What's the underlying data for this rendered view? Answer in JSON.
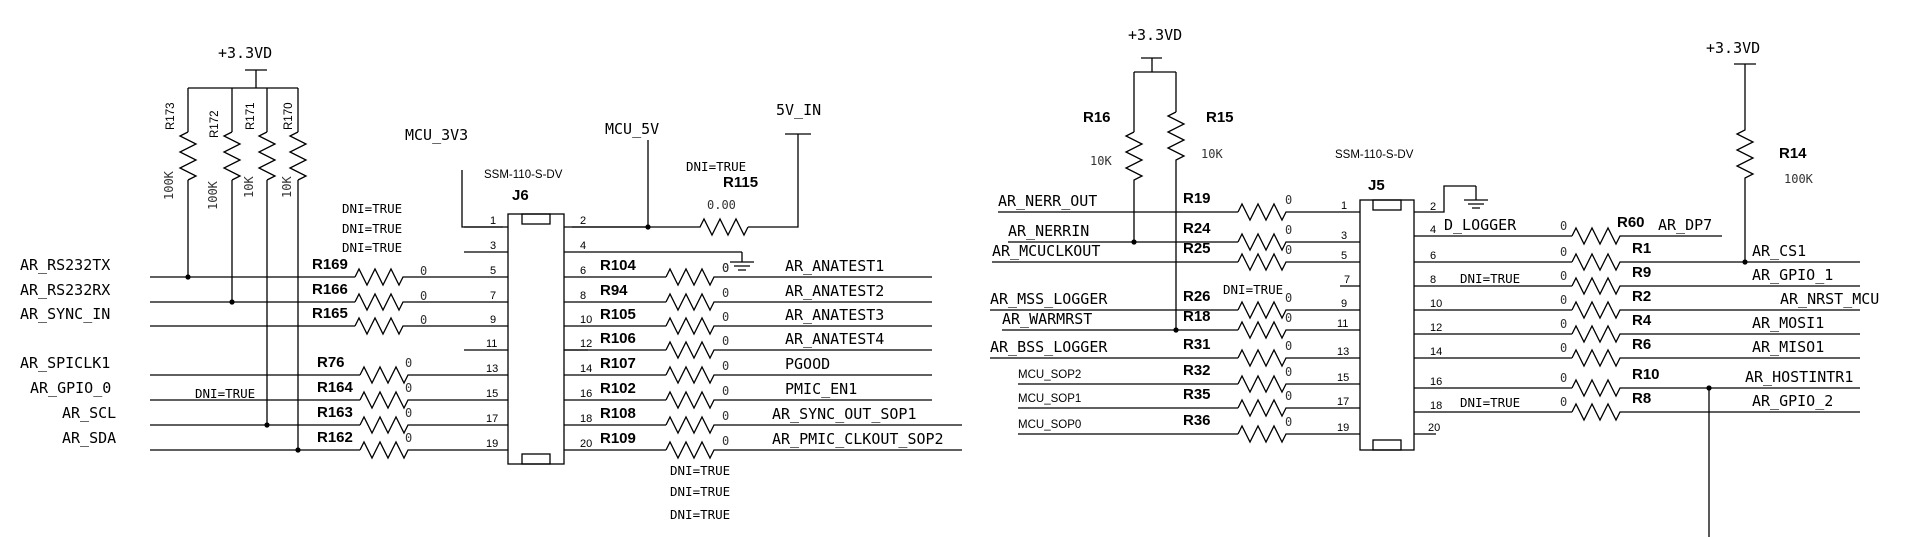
{
  "left": {
    "power": "+3.3VD",
    "pullups": [
      {
        "ref": "R173",
        "value": "100K"
      },
      {
        "ref": "R172",
        "value": "100K"
      },
      {
        "ref": "R171",
        "value": "10K"
      },
      {
        "ref": "R170",
        "value": "10K"
      }
    ],
    "mcu_3v3": "MCU_3V3",
    "mcu_5v": "MCU_5V",
    "five_v_in": "5V_IN",
    "r115": {
      "dni": "DNI=TRUE",
      "ref": "R115",
      "value": "0.00"
    },
    "connector": {
      "part": "SSM-110-S-DV",
      "ref": "J6"
    },
    "dni_stack": [
      "DNI=TRUE",
      "DNI=TRUE",
      "DNI=TRUE"
    ],
    "dni_bottom": [
      "DNI=TRUE",
      "DNI=TRUE",
      "DNI=TRUE"
    ],
    "dni_r164": "DNI=TRUE",
    "pin1": "1",
    "pin2": "2",
    "pin3": "3",
    "pin4": "4",
    "pin11": "11",
    "pin12": "12",
    "left_rows": [
      {
        "net": "AR_RS232TX",
        "ref": "R169",
        "value": "0",
        "pin": "5"
      },
      {
        "net": "AR_RS232RX",
        "ref": "R166",
        "value": "0",
        "pin": "7"
      },
      {
        "net": "AR_SYNC_IN",
        "ref": "R165",
        "value": "0",
        "pin": "9"
      },
      {
        "net": "AR_SPICLK1",
        "ref": "R76",
        "value": "0",
        "pin": "13"
      },
      {
        "net": "AR_GPIO_0",
        "ref": "R164",
        "value": "0",
        "pin": "15"
      },
      {
        "net": "AR_SCL",
        "ref": "R163",
        "value": "0",
        "pin": "17"
      },
      {
        "net": "AR_SDA",
        "ref": "R162",
        "value": "0",
        "pin": "19"
      }
    ],
    "right_rows": [
      {
        "pin": "6",
        "ref": "R104",
        "value": "0",
        "net": "AR_ANATEST1"
      },
      {
        "pin": "8",
        "ref": "R94",
        "value": "0",
        "net": "AR_ANATEST2"
      },
      {
        "pin": "10",
        "ref": "R105",
        "value": "0",
        "net": "AR_ANATEST3"
      },
      {
        "pin": "12",
        "ref": "R106",
        "value": "0",
        "net": "AR_ANATEST4"
      },
      {
        "pin": "14",
        "ref": "R107",
        "value": "0",
        "net": "PGOOD"
      },
      {
        "pin": "16",
        "ref": "R102",
        "value": "0",
        "net": "PMIC_EN1"
      },
      {
        "pin": "18",
        "ref": "R108",
        "value": "0",
        "net": "AR_SYNC_OUT_SOP1"
      },
      {
        "pin": "20",
        "ref": "R109",
        "value": "0",
        "net": "AR_PMIC_CLKOUT_SOP2"
      }
    ],
    "r104_gnd_value": "0"
  },
  "right": {
    "power_a": "+3.3VD",
    "power_b": "+3.3VD",
    "r16": {
      "ref": "R16",
      "value": "10K"
    },
    "r15": {
      "ref": "R15",
      "value": "10K"
    },
    "r14": {
      "ref": "R14",
      "value": "100K"
    },
    "connector": {
      "part": "SSM-110-S-DV",
      "ref": "J5"
    },
    "dni_r26": "DNI=TRUE",
    "dni_r9": "DNI=TRUE",
    "dni_r8": "DNI=TRUE",
    "pin2": "2",
    "pin7": "7",
    "pin20": "20",
    "left_rows": [
      {
        "net": "AR_NERR_OUT",
        "ref": "R19",
        "value": "0",
        "pin": "1"
      },
      {
        "net": "AR_NERRIN",
        "ref": "R24",
        "value": "0",
        "pin": "3"
      },
      {
        "net": "AR_MCUCLKOUT",
        "ref": "R25",
        "value": "0",
        "pin": "5"
      },
      {
        "net": "AR_MSS_LOGGER",
        "ref": "R26",
        "value": "0",
        "pin": "9"
      },
      {
        "net": "AR_WARMRST",
        "ref": "R18",
        "value": "0",
        "pin": "11"
      },
      {
        "net": "AR_BSS_LOGGER",
        "ref": "R31",
        "value": "0",
        "pin": "13"
      },
      {
        "net": "MCU_SOP2",
        "ref": "R32",
        "value": "0",
        "pin": "15"
      },
      {
        "net": "MCU_SOP1",
        "ref": "R35",
        "value": "0",
        "pin": "17"
      },
      {
        "net": "MCU_SOP0",
        "ref": "R36",
        "value": "0",
        "pin": "19"
      }
    ],
    "right_rows": [
      {
        "pin": "4",
        "pinnet": "D_LOGGER",
        "ref": "R60",
        "value": "0",
        "net": "AR_DP7"
      },
      {
        "pin": "6",
        "ref": "R1",
        "value": "0",
        "net": "AR_CS1"
      },
      {
        "pin": "8",
        "ref": "R9",
        "value": "0",
        "net": "AR_GPIO_1"
      },
      {
        "pin": "10",
        "ref": "R2",
        "value": "0",
        "net": "AR_NRST_MCU"
      },
      {
        "pin": "12",
        "ref": "R4",
        "value": "0",
        "net": "AR_MOSI1"
      },
      {
        "pin": "14",
        "ref": "R6",
        "value": "0",
        "net": "AR_MISO1"
      },
      {
        "pin": "16",
        "ref": "R10",
        "value": "0",
        "net": "AR_HOSTINTR1"
      },
      {
        "pin": "18",
        "ref": "R8",
        "value": "0",
        "net": "AR_GPIO_2"
      }
    ]
  }
}
